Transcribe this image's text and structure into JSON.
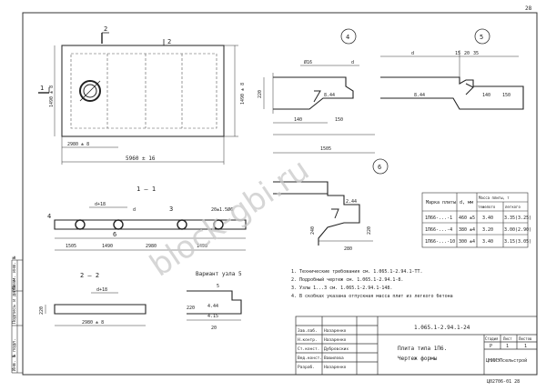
{
  "page_number": "28",
  "main_view": {
    "dim_top": "2",
    "dim_length": "5960 ± 16",
    "dim_left_1": "1",
    "dim_width": "1490 ± 8",
    "dim_right": "1490 ± 8",
    "dim_bottom_1": "2980 ± 8",
    "mark_1": "1",
    "section_mark": "2"
  },
  "node_callouts": {
    "c4": "4",
    "c5": "5",
    "c6": "6"
  },
  "node4": {
    "d": "d",
    "dim1": "Ø16",
    "dim2": "d",
    "dim3": "220",
    "dim4": "8.44",
    "dim5": "140",
    "dim6": "150"
  },
  "node5": {
    "d": "d",
    "dim1": "15",
    "dim2": "20",
    "dim3": "35",
    "dim4": "8.44",
    "dim5": "140",
    "dim6": "150"
  },
  "node6": {
    "dim1": "1505",
    "dim2": "2.44",
    "dim3": "240",
    "dim4": "280",
    "dim5": "220"
  },
  "section_11": {
    "title": "1 — 1",
    "labels": [
      "d+18",
      "d",
      "3",
      "20±1.5Ø6",
      "4",
      "6",
      "1505",
      "1490",
      "2980",
      "1490",
      "6"
    ],
    "dims": [
      "1505",
      "1490",
      "2980",
      "1490"
    ]
  },
  "section_22": {
    "title": "2 — 2",
    "dim1": "d+18",
    "dim2": "2980 ± 8",
    "dim3": "220"
  },
  "variant_5": {
    "title": "Вариант узла 5",
    "dims": [
      "5",
      "220",
      "4.44",
      "4.15",
      "20"
    ]
  },
  "marks_table": {
    "headers": [
      "Марка плиты",
      "d, мм",
      "Масса плиты, т"
    ],
    "subheaders": [
      "тяжелого",
      "легкого"
    ],
    "rows": [
      [
        "1П66-...-1",
        "460 ±5",
        "3.40",
        "3.35(3.25)"
      ],
      [
        "1П66-...-4",
        "380 ±4",
        "3.20",
        "3.00(2.90)"
      ],
      [
        "1П66-...-10",
        "300 ±4",
        "3.40",
        "3.15(3.05)"
      ]
    ]
  },
  "notes": [
    "1. Технические требования см. 1.065.1-2.94.1-ТТ.",
    "2. Подробный чертеж см. 1.065.1-2.94.1-8.",
    "3. Узлы 1...3 см. 1.065.1-2.94.1-148.",
    "4. В скобках указана отпускная масса плит из легкого бетона"
  ],
  "title_block": {
    "code": "1.065.1-2.94.1-24",
    "name_line1": "Плита типа 1П6.",
    "name_line2": "Чертеж формы",
    "stage_hdr": "Стадия",
    "sheet_hdr": "Лист",
    "sheets_hdr": "Листов",
    "stage": "Р",
    "sheet": "1",
    "sheets": "1",
    "org": "ЦНИИЭПсельстрой",
    "signers": [
      [
        "Зав.лаб.",
        "Назаренко"
      ],
      [
        "Н.контр.",
        "Назаренко"
      ],
      [
        "Ст.конст.",
        "Дубровских"
      ],
      [
        "Вед.конст.",
        "Вавилова"
      ],
      [
        "Разраб.",
        "Назаренко"
      ]
    ]
  },
  "side_stamp": [
    "Взам. инв. №",
    "Подпись и дата",
    "Инв. № подл."
  ],
  "bottom_code": "Ц02706-01   28",
  "watermark": "block-gbi.ru"
}
